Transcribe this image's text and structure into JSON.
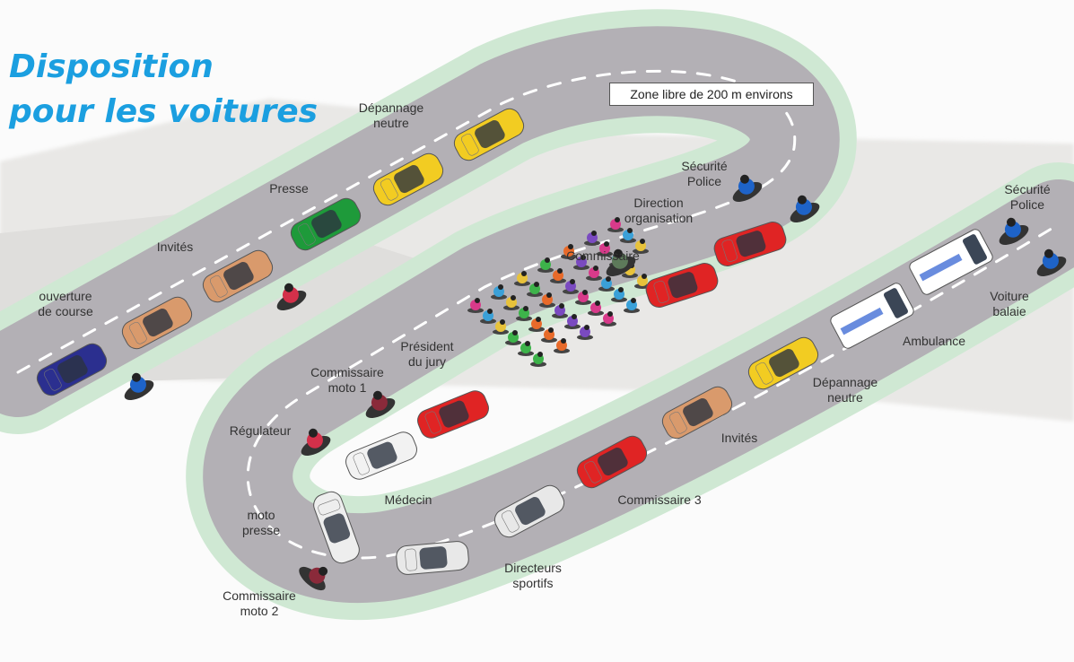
{
  "title": {
    "line1": "Disposition",
    "line2": "pour les voitures"
  },
  "zone_label": "Zone libre de 200 m environs",
  "labels": [
    {
      "id": "depannage-neutre-top",
      "text": [
        "Dépannage",
        "neutre"
      ]
    },
    {
      "id": "presse",
      "text": [
        "Presse"
      ]
    },
    {
      "id": "invites-left",
      "text": [
        "Invités"
      ]
    },
    {
      "id": "ouverture",
      "text": [
        "ouverture",
        "de course"
      ]
    },
    {
      "id": "securite-police-mid",
      "text": [
        "Sécurité",
        "Police"
      ]
    },
    {
      "id": "direction",
      "text": [
        "Direction",
        "organisation"
      ]
    },
    {
      "id": "commissaire",
      "text": [
        "Commissaire"
      ]
    },
    {
      "id": "securite-police-right",
      "text": [
        "Sécurité",
        "Police"
      ]
    },
    {
      "id": "voiture-balaie",
      "text": [
        "Voiture",
        "balaie"
      ]
    },
    {
      "id": "ambulance",
      "text": [
        "Ambulance"
      ]
    },
    {
      "id": "president",
      "text": [
        "Président",
        "du jury"
      ]
    },
    {
      "id": "commissaire-moto-1",
      "text": [
        "Commissaire",
        "moto 1"
      ]
    },
    {
      "id": "depannage-neutre-right",
      "text": [
        "Dépannage",
        "neutre"
      ]
    },
    {
      "id": "regulateur",
      "text": [
        "Régulateur"
      ]
    },
    {
      "id": "invites-right",
      "text": [
        "Invités"
      ]
    },
    {
      "id": "medecin",
      "text": [
        "Médecin"
      ]
    },
    {
      "id": "commissaire-3",
      "text": [
        "Commissaire 3"
      ]
    },
    {
      "id": "moto-presse",
      "text": [
        "moto",
        "presse"
      ]
    },
    {
      "id": "directeurs-sportifs",
      "text": [
        "Directeurs",
        "sportifs"
      ]
    },
    {
      "id": "commissaire-moto-2",
      "text": [
        "Commissaire",
        "moto 2"
      ]
    }
  ],
  "vehicles": [
    {
      "name": "ouverture-car",
      "kind": "car",
      "color": "#2b2f8f"
    },
    {
      "name": "invites-car-left-1",
      "kind": "car",
      "color": "#d99a6c"
    },
    {
      "name": "invites-car-left-2",
      "kind": "car",
      "color": "#d99a6c"
    },
    {
      "name": "presse-car",
      "kind": "car",
      "color": "#1e9a3a"
    },
    {
      "name": "depannage-car-top-1",
      "kind": "car",
      "color": "#f2cc22"
    },
    {
      "name": "depannage-car-top-2",
      "kind": "car",
      "color": "#f2cc22"
    },
    {
      "name": "direction-car-1",
      "kind": "car",
      "color": "#e02424"
    },
    {
      "name": "direction-car-2",
      "kind": "car",
      "color": "#e02424"
    },
    {
      "name": "president-car",
      "kind": "car",
      "color": "#e02424"
    },
    {
      "name": "medecin-car",
      "kind": "car",
      "color": "#f2f2f2"
    },
    {
      "name": "moto-presse-car",
      "kind": "car",
      "color": "#eeeeee"
    },
    {
      "name": "directeurs-car-1",
      "kind": "car",
      "color": "#e8e8e8"
    },
    {
      "name": "directeurs-car-2",
      "kind": "car",
      "color": "#e8e8e8"
    },
    {
      "name": "commissaire-3-car",
      "kind": "car",
      "color": "#e02424"
    },
    {
      "name": "invites-car-right",
      "kind": "car",
      "color": "#d99a6c"
    },
    {
      "name": "depannage-car-right",
      "kind": "car",
      "color": "#f2cc22"
    },
    {
      "name": "ambulance-van",
      "kind": "van",
      "color": "#ffffff"
    },
    {
      "name": "voiture-balaie-van",
      "kind": "van",
      "color": "#ffffff"
    },
    {
      "name": "moto-ouverture",
      "kind": "moto",
      "color": "#1e63c8"
    },
    {
      "name": "moto-invites",
      "kind": "moto",
      "color": "#d3304a"
    },
    {
      "name": "moto-securite-1",
      "kind": "moto",
      "color": "#1e63c8"
    },
    {
      "name": "moto-securite-2",
      "kind": "moto",
      "color": "#1e63c8"
    },
    {
      "name": "moto-commissaire",
      "kind": "moto",
      "color": "#5d7a5a"
    },
    {
      "name": "moto-commissaire-1",
      "kind": "moto",
      "color": "#8a2a3a"
    },
    {
      "name": "moto-regulateur",
      "kind": "moto",
      "color": "#d3304a"
    },
    {
      "name": "moto-commissaire-2",
      "kind": "moto",
      "color": "#8a2a3a"
    },
    {
      "name": "moto-police-right-1",
      "kind": "moto",
      "color": "#1e63c8"
    },
    {
      "name": "moto-police-right-2",
      "kind": "moto",
      "color": "#1e63c8"
    }
  ],
  "colors": {
    "road": "#b3b0b5",
    "border": "#cfe8d3",
    "title": "#1b9fe0",
    "peloton": [
      "#d83a8a",
      "#3aa0d8",
      "#e8c23a",
      "#3db34a",
      "#e86a2a",
      "#7a4ac0"
    ]
  }
}
